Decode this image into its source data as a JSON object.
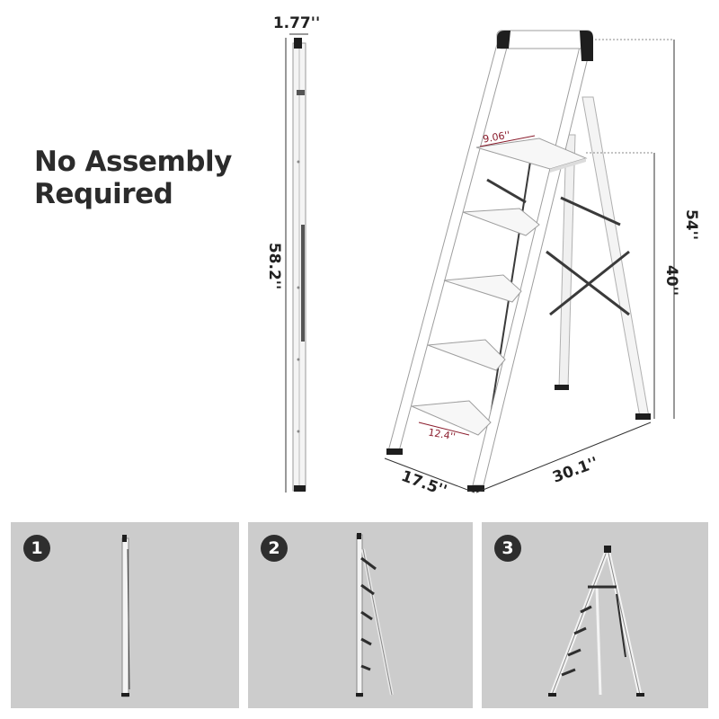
{
  "headline": {
    "line1": "No Assembly",
    "line2": "Required"
  },
  "dimensions": {
    "folded_depth": "1.77''",
    "folded_height": "58.2''",
    "top_step_width": "9.06''",
    "bottom_step_width": "12.4''",
    "total_height": "54''",
    "platform_height": "40''",
    "base_width": "17.5''",
    "base_depth": "30.1''"
  },
  "steps": [
    {
      "number": "1"
    },
    {
      "number": "2"
    },
    {
      "number": "3"
    }
  ],
  "colors": {
    "panel": "#cccccc",
    "badge": "#2e2e2e",
    "accent_text": "#8a1c2c",
    "frame": "#ffffff",
    "brace": "#3a3a3a"
  }
}
